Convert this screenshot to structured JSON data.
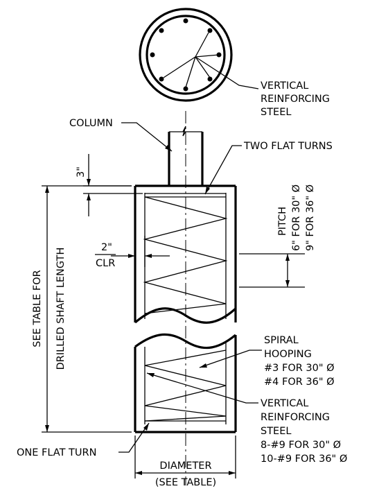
{
  "labels": {
    "vertical_reinforcing_top": [
      "VERTICAL",
      "REINFORCING",
      "STEEL"
    ],
    "column": "COLUMN",
    "two_flat_turns": "TWO FLAT TURNS",
    "clearance_top": "3\"",
    "pitch_title": "PITCH",
    "pitch_30": "6\" FOR 30\" Ø",
    "pitch_36": "9\" FOR 36\" Ø",
    "clr_value": "2\"",
    "clr_label": "CLR",
    "shaft_length_line1": "SEE TABLE FOR",
    "shaft_length_line2": "DRILLED SHAFT LENGTH",
    "spiral_hooping": [
      "SPIRAL",
      "HOOPING",
      "#3 FOR 30\" Ø",
      "#4 FOR 36\" Ø"
    ],
    "vertical_reinforcing_bottom": [
      "VERTICAL",
      "REINFORCING",
      "STEEL",
      "8-#9 FOR 30\" Ø",
      "10-#9 FOR 36\" Ø"
    ],
    "one_flat_turn": "ONE FLAT TURN",
    "diameter": "DIAMETER",
    "see_table": "(SEE TABLE)"
  }
}
